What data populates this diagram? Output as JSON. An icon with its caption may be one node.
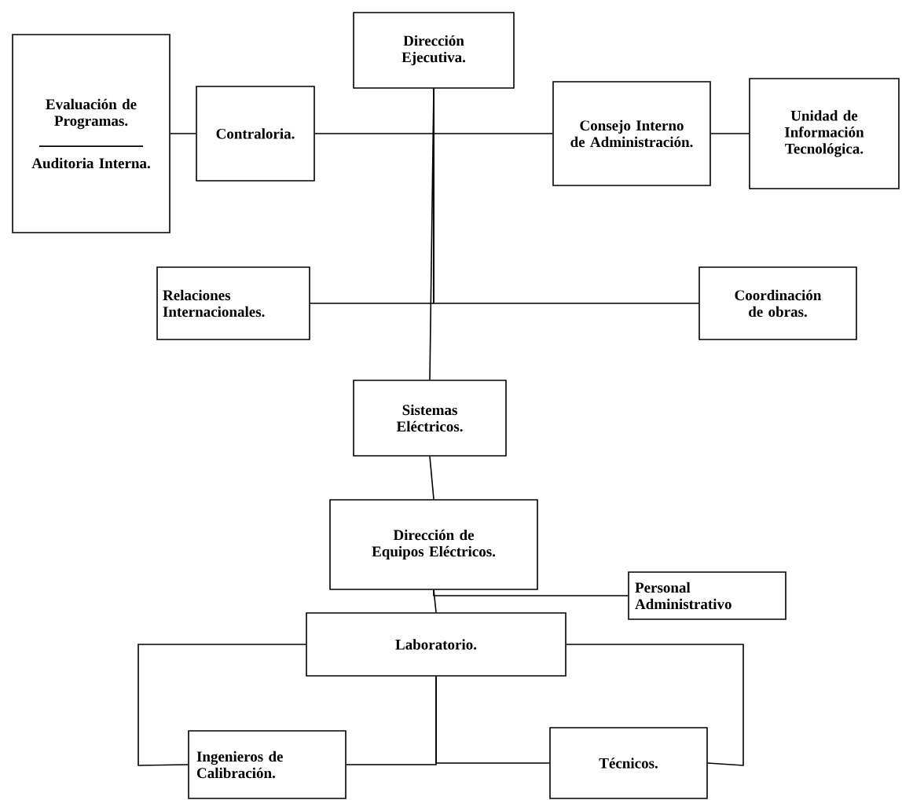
{
  "diagram": {
    "nodes": [
      {
        "text": [
          "Dirección Ejecutiva."
        ]
      },
      {
        "text": [
          "Evaluación de Programas.",
          "Auditoria Interna."
        ]
      },
      {
        "text": [
          "Contraloria."
        ]
      },
      {
        "text": [
          "Consejo Interno de Administración."
        ]
      },
      {
        "text": [
          "Unidad de Información Tecnológica."
        ]
      },
      {
        "text": [
          "Relaciones Internacionales."
        ]
      },
      {
        "text": [
          "Coordinación de obras."
        ]
      },
      {
        "text": [
          "Sistemas Eléctricos."
        ]
      },
      {
        "text": [
          "Dirección de Equipos Eléctricos."
        ]
      },
      {
        "text": [
          "Personal Administrativo"
        ]
      },
      {
        "text": [
          "Laboratorio."
        ]
      },
      {
        "text": [
          "Ingenieros de Calibración."
        ]
      },
      {
        "text": [
          "Técnicos."
        ]
      }
    ],
    "edges": [
      {
        "from": 0,
        "to": 2,
        "arrow": "none"
      },
      {
        "from": 0,
        "to": 3,
        "arrow": "none"
      },
      {
        "from": 3,
        "to": 4,
        "arrow": "none"
      },
      {
        "from": 1,
        "to": 2,
        "arrow": "none"
      },
      {
        "from": 0,
        "to": 5,
        "arrow": "none"
      },
      {
        "from": 0,
        "to": 6,
        "arrow": "none"
      },
      {
        "from": 0,
        "to": 7,
        "arrow": "none"
      },
      {
        "from": 7,
        "to": 8,
        "arrow": "none"
      },
      {
        "from": 8,
        "to": 10,
        "arrow": "none"
      },
      {
        "from": 8,
        "to": 9,
        "arrow": "none"
      },
      {
        "from": 10,
        "to": 11,
        "arrow": "none"
      },
      {
        "from": 10,
        "to": 12,
        "arrow": "none"
      },
      {
        "from": 10,
        "to": 11,
        "arrow": "none"
      },
      {
        "from": 10,
        "to": 12,
        "arrow": "none"
      }
    ]
  }
}
